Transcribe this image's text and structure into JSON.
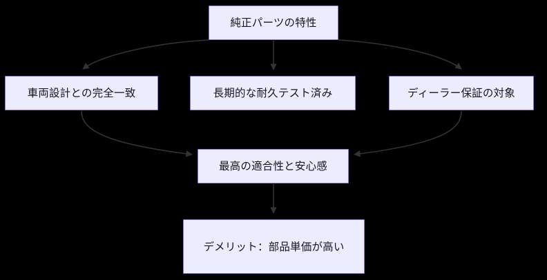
{
  "diagram": {
    "type": "flowchart",
    "direction": "top-down",
    "theme": {
      "background": "#000000",
      "node_fill": "#ececff",
      "node_border": "#9370db",
      "node_text": "#16161d",
      "edge_color": "#333333"
    },
    "nodes": [
      {
        "id": "oem-traits",
        "label": "純正パーツの特性",
        "row": 0
      },
      {
        "id": "vehicle-match",
        "label": "車両設計との完全一致",
        "row": 1
      },
      {
        "id": "durability",
        "label": "長期的な耐久テスト済み",
        "row": 1
      },
      {
        "id": "dealer-warranty",
        "label": "ディーラー保証の対象",
        "row": 1
      },
      {
        "id": "best-fit",
        "label": "最高の適合性と安心感",
        "row": 2
      },
      {
        "id": "demerit",
        "label": "デメリット：部品単価が高い",
        "row": 3
      }
    ],
    "edges": [
      {
        "from": "oem-traits",
        "to": "vehicle-match",
        "style": "curved",
        "arrow": "end"
      },
      {
        "from": "oem-traits",
        "to": "durability",
        "style": "straight",
        "arrow": "end"
      },
      {
        "from": "oem-traits",
        "to": "dealer-warranty",
        "style": "curved",
        "arrow": "end"
      },
      {
        "from": "vehicle-match",
        "to": "best-fit",
        "style": "curved",
        "arrow": "end"
      },
      {
        "from": "dealer-warranty",
        "to": "best-fit",
        "style": "curved",
        "arrow": "end"
      },
      {
        "from": "best-fit",
        "to": "demerit",
        "style": "straight",
        "arrow": "end"
      }
    ]
  }
}
